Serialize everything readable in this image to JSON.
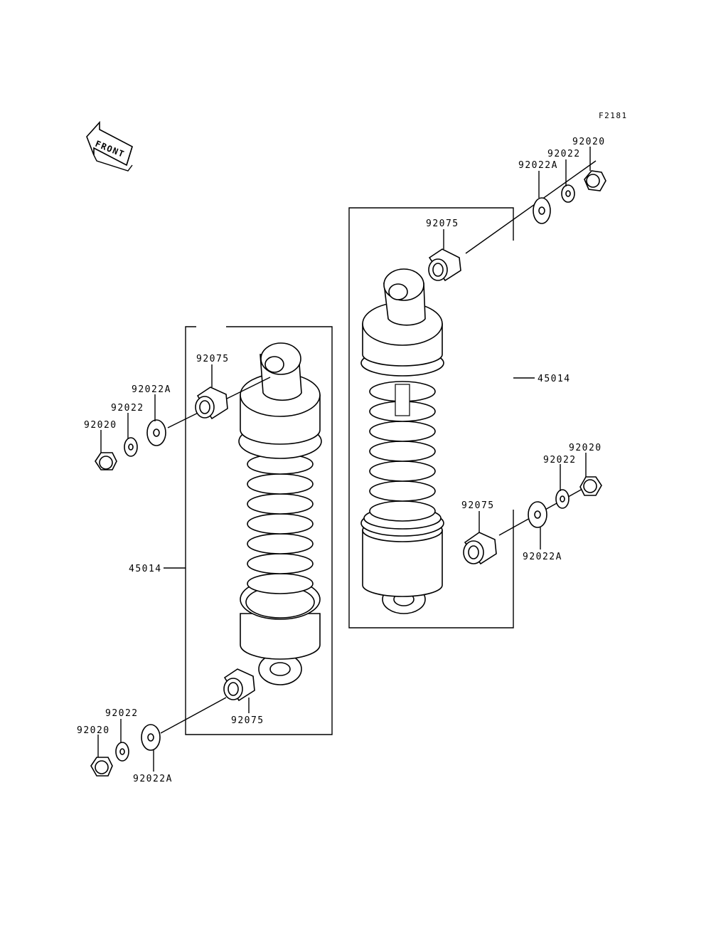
{
  "figure_code": "F2181",
  "front_label": "FRONT",
  "labels": {
    "right_top_nut": "92020",
    "right_top_washer": "92022",
    "right_top_washer_a": "92022A",
    "right_top_collar": "92075",
    "right_assembly": "45014",
    "right_bottom_nut": "92020",
    "right_bottom_washer": "92022",
    "right_bottom_collar": "92075",
    "right_bottom_washer_a": "92022A",
    "left_top_collar": "92075",
    "left_top_washer_a": "92022A",
    "left_top_washer": "92022",
    "left_top_nut": "92020",
    "left_assembly": "45014",
    "left_bottom_washer": "92022",
    "left_bottom_nut": "92020",
    "left_bottom_collar": "92075",
    "left_bottom_washer_a": "92022A"
  }
}
